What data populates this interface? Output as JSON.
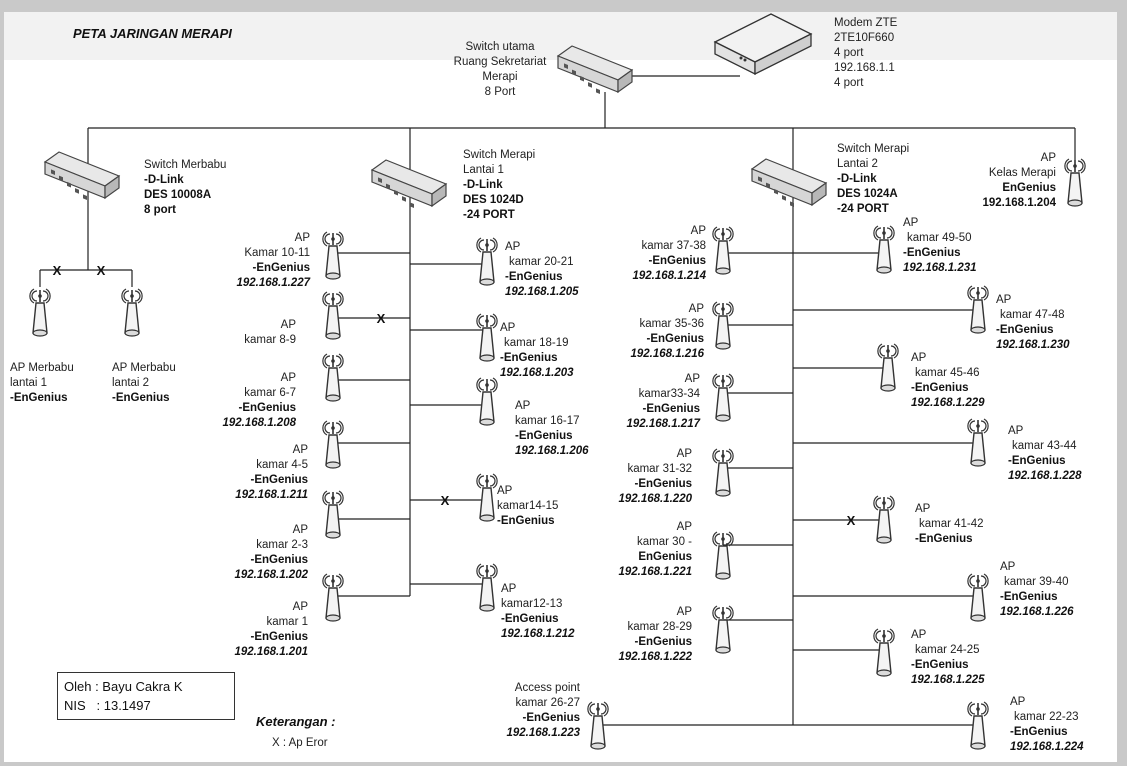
{
  "title": "PETA JARINGAN MERAPI",
  "modem": {
    "lines": [
      "Modem ZTE",
      "2TE10F660",
      "4 port",
      "192.168.1.1",
      "4 port"
    ]
  },
  "main_switch": {
    "lines": [
      "Switch utama",
      "Ruang Sekretariat",
      "Merapi",
      "8 Port"
    ]
  },
  "switch_merbabu": {
    "l1": "Switch Merbabu",
    "l2": "-D-Link",
    "l3": "DES 10008A",
    "l4": "8 port"
  },
  "switch_merapi1": {
    "l1": "Switch Merapi",
    "l2": "Lantai 1",
    "l3": "-D-Link",
    "l4": "DES 1024D",
    "l5": "-24 PORT"
  },
  "switch_merapi2": {
    "l1": "Switch Merapi",
    "l2": "Lantai 2",
    "l3": "-D-Link",
    "l4": "DES 1024A",
    "l5": "-24 PORT"
  },
  "ap_kelas": {
    "l1": "AP",
    "l2": "Kelas Merapi",
    "l3": "EnGenius",
    "l4": "192.168.1.204"
  },
  "ap_merbabu1": {
    "l1": "AP Merbabu",
    "l2": "lantai 1",
    "l3": "-EnGenius"
  },
  "ap_merbabu2": {
    "l1": "AP Merbabu",
    "l2": "lantai 2",
    "l3": "-EnGenius"
  },
  "aps": [
    {
      "l1": "AP",
      "l2": "Kamar 10-11",
      "l3": "-EnGenius",
      "l4": "192.168.1.227"
    },
    {
      "l1": "AP",
      "l2": "kamar 8-9",
      "l3": "",
      "l4": ""
    },
    {
      "l1": "AP",
      "l2": "kamar 6-7",
      "l3": "-EnGenius",
      "l4": "192.168.1.208"
    },
    {
      "l1": "AP",
      "l2": "kamar 4-5",
      "l3": "-EnGenius",
      "l4": "192.168.1.211"
    },
    {
      "l1": "AP",
      "l2": "kamar 2-3",
      "l3": "-EnGenius",
      "l4": "192.168.1.202"
    },
    {
      "l1": "AP",
      "l2": "kamar 1",
      "l3": "-EnGenius",
      "l4": "192.168.1.201"
    },
    {
      "l1": "AP",
      "l2": "kamar 20-21",
      "l3": "-EnGenius",
      "l4": "192.168.1.205"
    },
    {
      "l1": "AP",
      "l2": "kamar 18-19",
      "l3": "-EnGenius",
      "l4": "192.168.1.203"
    },
    {
      "l1": "AP",
      "l2": "kamar 16-17",
      "l3": "-EnGenius",
      "l4": "192.168.1.206"
    },
    {
      "l1": "AP",
      "l2": "kamar14-15",
      "l3": "-EnGenius",
      "l4": ""
    },
    {
      "l1": "AP",
      "l2": "kamar12-13",
      "l3": "-EnGenius",
      "l4": "192.168.1.212"
    },
    {
      "l1": "AP",
      "l2": "kamar 37-38",
      "l3": "-EnGenius",
      "l4": "192.168.1.214"
    },
    {
      "l1": "AP",
      "l2": "kamar 35-36",
      "l3": "-EnGenius",
      "l4": "192.168.1.216"
    },
    {
      "l1": "AP",
      "l2": "kamar33-34",
      "l3": "-EnGenius",
      "l4": "192.168.1.217"
    },
    {
      "l1": "AP",
      "l2": "kamar 31-32",
      "l3": "-EnGenius",
      "l4": "192.168.1.220"
    },
    {
      "l1": "AP",
      "l2": "kamar 30 -",
      "l3": "EnGenius",
      "l4": "192.168.1.221"
    },
    {
      "l1": "AP",
      "l2": "kamar 28-29",
      "l3": "-EnGenius",
      "l4": "192.168.1.222"
    },
    {
      "l1": "Access point",
      "l2": "kamar 26-27",
      "l3": "-EnGenius",
      "l4": "192.168.1.223"
    },
    {
      "l1": "AP",
      "l2": "kamar 49-50",
      "l3": "-EnGenius",
      "l4": "192.168.1.231"
    },
    {
      "l1": "AP",
      "l2": "kamar 47-48",
      "l3": "-EnGenius",
      "l4": "192.168.1.230"
    },
    {
      "l1": "AP",
      "l2": "kamar 45-46",
      "l3": "-EnGenius",
      "l4": "192.168.1.229"
    },
    {
      "l1": "AP",
      "l2": "kamar 43-44",
      "l3": "-EnGenius",
      "l4": "192.168.1.228"
    },
    {
      "l1": "AP",
      "l2": "kamar 41-42",
      "l3": "-EnGenius",
      "l4": ""
    },
    {
      "l1": "AP",
      "l2": "kamar 39-40",
      "l3": "-EnGenius",
      "l4": "192.168.1.226"
    },
    {
      "l1": "AP",
      "l2": "kamar 24-25",
      "l3": "-EnGenius",
      "l4": "192.168.1.225"
    },
    {
      "l1": "AP",
      "l2": "kamar 22-23",
      "l3": "-EnGenius",
      "l4": "192.168.1.224"
    }
  ],
  "author": {
    "name": "Oleh : Bayu Cakra K",
    "nis": "NIS   : 13.1497"
  },
  "legend": {
    "title": "Keterangan :",
    "text": "X : Ap Eror",
    "error_mark": "X"
  }
}
